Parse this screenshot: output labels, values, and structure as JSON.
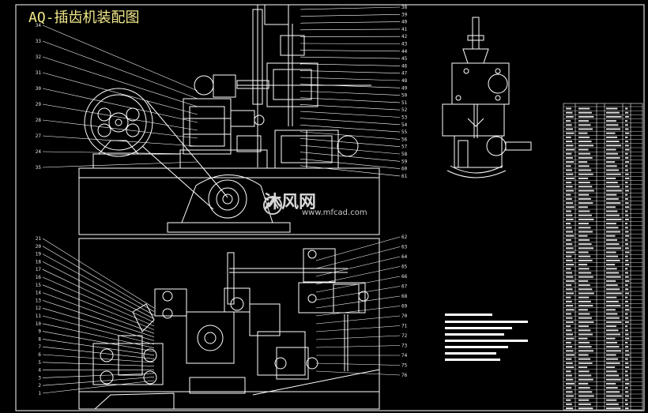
{
  "title": "AQ-插齿机装配图",
  "watermark": {
    "brand": "沐风网",
    "url": "www.mfcad.com"
  },
  "colors": {
    "background": "#000000",
    "lines": "#ffffff",
    "title": "#f2e98a",
    "accent": "#e6d86a"
  },
  "top_right_callouts": [
    "38",
    "39",
    "40",
    "41",
    "42",
    "43",
    "44",
    "45",
    "46",
    "47",
    "48",
    "49",
    "50",
    "51",
    "52",
    "53",
    "54",
    "55",
    "56",
    "57",
    "58",
    "59",
    "60",
    "61"
  ],
  "top_left_callouts": [
    "34",
    "33",
    "32",
    "31",
    "30",
    "29",
    "28",
    "27",
    "24",
    "35"
  ],
  "bottom_left_callouts": [
    "21",
    "20",
    "19",
    "18",
    "17",
    "16",
    "15",
    "14",
    "13",
    "12",
    "11",
    "10",
    "9",
    "8",
    "7",
    "6",
    "5",
    "4",
    "3",
    "2",
    "1"
  ],
  "bottom_right_callouts": [
    "62",
    "63",
    "64",
    "65",
    "66",
    "67",
    "68",
    "69",
    "70",
    "71",
    "72",
    "73",
    "74",
    "75",
    "76"
  ]
}
